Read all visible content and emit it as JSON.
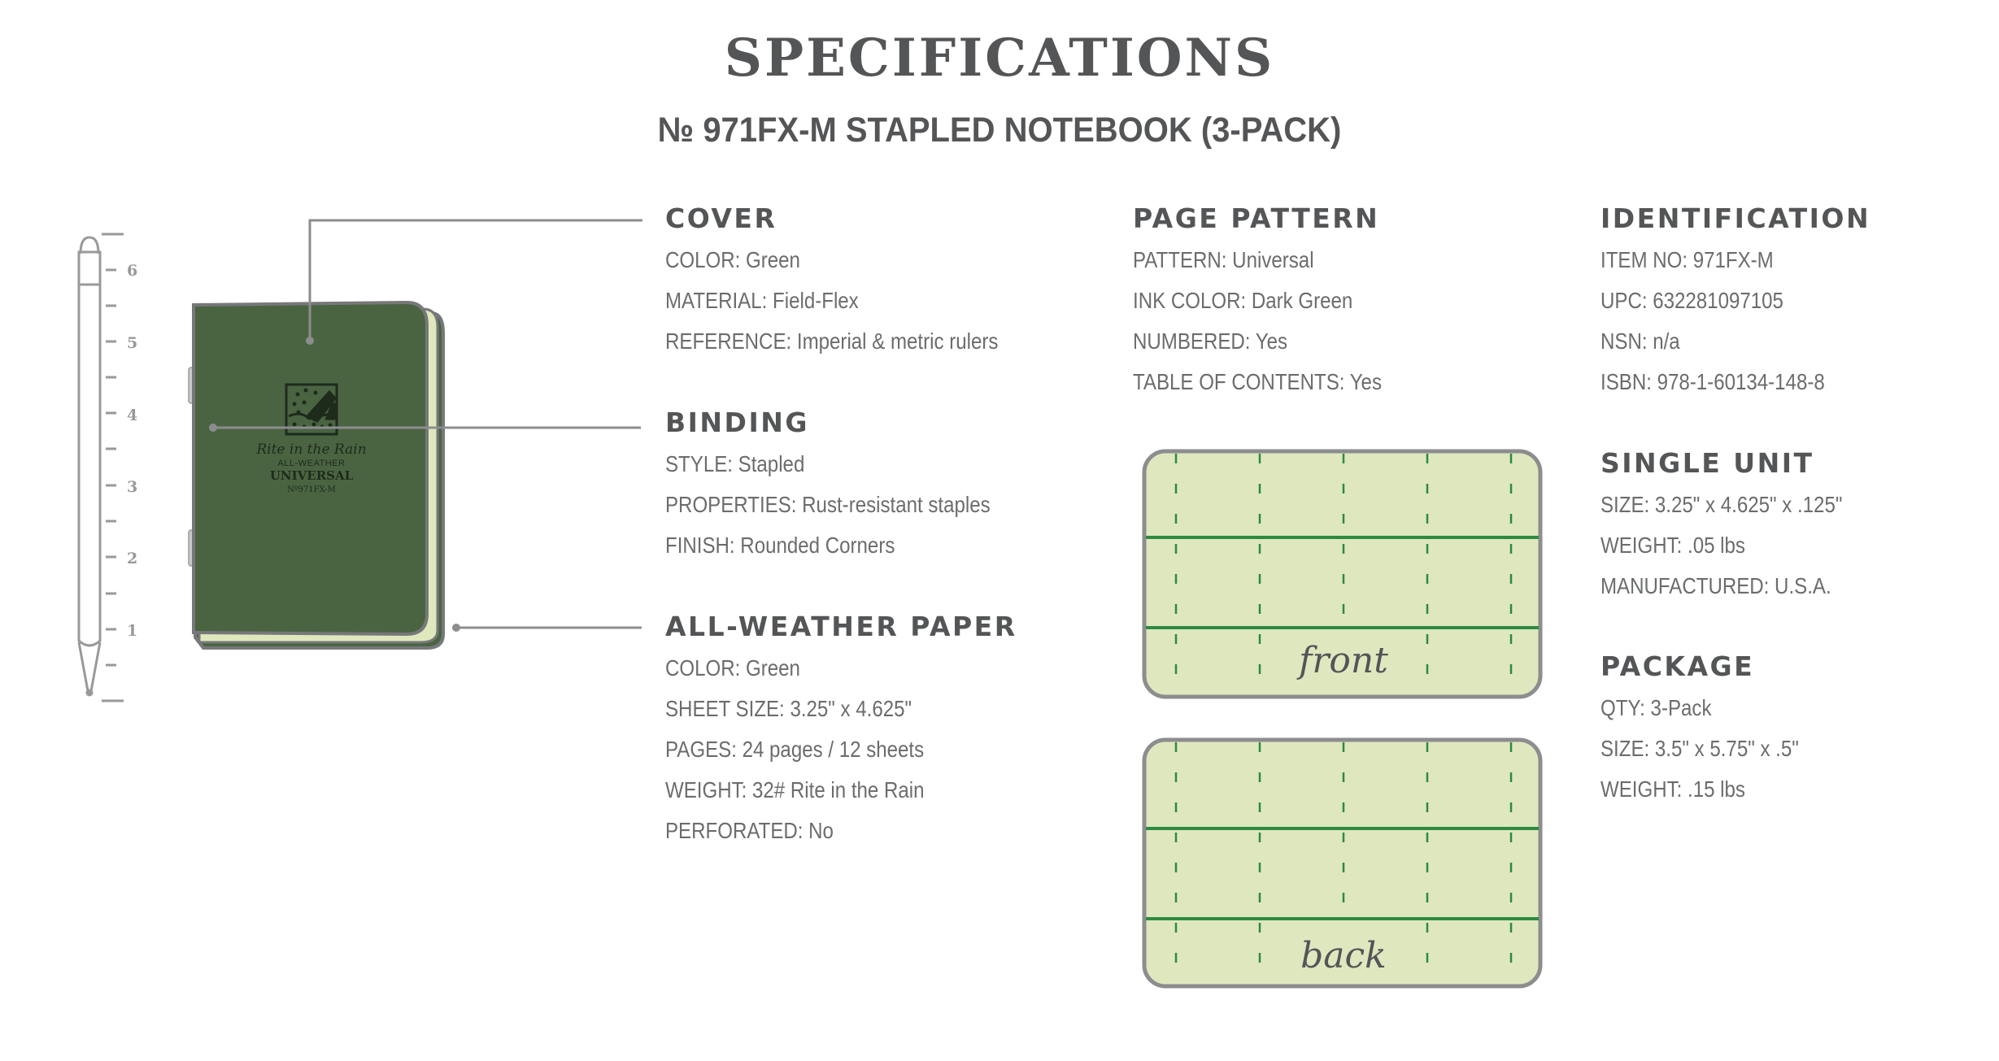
{
  "header": {
    "title": "SPECIFICATIONS",
    "subtitle": "№ 971FX-M STAPLED NOTEBOOK (3-PACK)"
  },
  "illustration": {
    "ruler": {
      "labels": [
        "6",
        "5",
        "4",
        "3",
        "2",
        "1"
      ]
    },
    "notebook": {
      "brand": "Rite in the Rain",
      "line1": "ALL-WEATHER",
      "line2": "UNIVERSAL",
      "line3": "Nº971FX-M",
      "cover_color": "#4a6442",
      "paper_color": "#dfe8bc"
    },
    "pages": {
      "front_label": "front",
      "back_label": "back",
      "ink_color": "#2e8a40",
      "paper_color": "#dfe7bf",
      "border_color": "#8c8d8f"
    }
  },
  "sections": {
    "cover": {
      "heading": "COVER",
      "rows": [
        "COLOR: Green",
        "MATERIAL: Field-Flex",
        "REFERENCE: Imperial & metric rulers"
      ]
    },
    "binding": {
      "heading": "BINDING",
      "rows": [
        "STYLE: Stapled",
        "PROPERTIES: Rust-resistant staples",
        "FINISH: Rounded Corners"
      ]
    },
    "paper": {
      "heading": "ALL-WEATHER PAPER",
      "rows": [
        "COLOR: Green",
        "SHEET SIZE: 3.25\" x 4.625\"",
        "PAGES: 24 pages / 12 sheets",
        "WEIGHT: 32# Rite in the Rain",
        "PERFORATED: No"
      ]
    },
    "page_pattern": {
      "heading": "PAGE PATTERN",
      "rows": [
        "PATTERN: Universal",
        "INK COLOR: Dark Green",
        "NUMBERED: Yes",
        "TABLE OF CONTENTS: Yes"
      ]
    },
    "identification": {
      "heading": "IDENTIFICATION",
      "rows": [
        "ITEM NO: 971FX-M",
        "UPC: 632281097105",
        "NSN: n/a",
        "ISBN: 978-1-60134-148-8"
      ]
    },
    "single_unit": {
      "heading": "SINGLE UNIT",
      "rows": [
        "SIZE: 3.25\" x 4.625\" x .125\"",
        "WEIGHT: .05 lbs",
        "MANUFACTURED: U.S.A."
      ]
    },
    "package": {
      "heading": "PACKAGE",
      "rows": [
        "QTY: 3-Pack",
        "SIZE: 3.5\" x 5.75\" x .5\"",
        "WEIGHT: .15 lbs"
      ]
    }
  },
  "colors": {
    "heading_text": "#545557",
    "body_text": "#6b6c6e",
    "connector": "#8c8d8f"
  }
}
